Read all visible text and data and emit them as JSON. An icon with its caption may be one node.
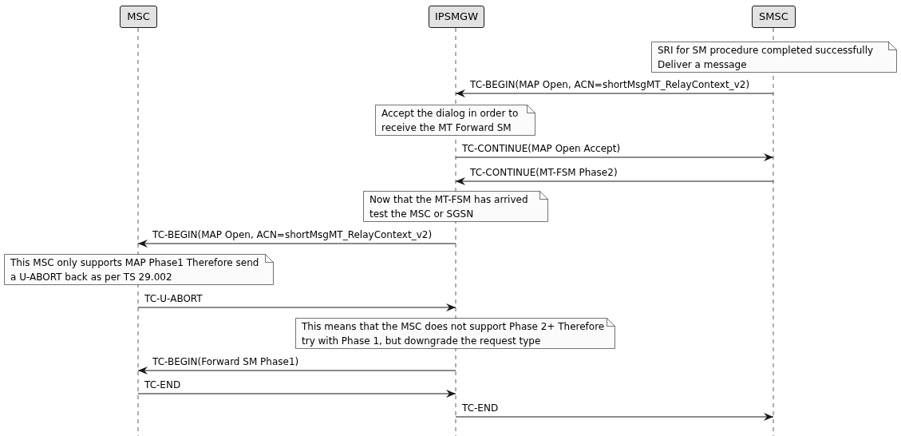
{
  "diagram": {
    "nodes": [
      {
        "text": [
          "MSC"
        ]
      },
      {
        "text": [
          "IPSMGW"
        ]
      },
      {
        "text": [
          "SMSC"
        ]
      },
      {
        "text": [
          "SRI for SM procedure completed successfully Deliver a message"
        ]
      },
      {
        "text": [
          "Accept the dialog in order to receive the MT Forward SM"
        ]
      },
      {
        "text": [
          "Now that the MT-FSM has arrived test the MSC or SGSN"
        ]
      },
      {
        "text": [
          "This MSC only supports MAP Phase1 Therefore send a U-ABORT back as per TS 29.002"
        ]
      },
      {
        "text": [
          "This means that the MSC does not support Phase 2+ Therefore try with Phase 1, but downgrade the request type"
        ]
      }
    ],
    "edges": [
      {
        "from": 2,
        "to": 1,
        "arrow": "to",
        "label": "TC-BEGIN(MAP Open, ACN=shortMsgMT_RelayContext_v2)"
      },
      {
        "from": 1,
        "to": 2,
        "arrow": "to",
        "label": "TC-CONTINUE(MAP Open Accept)"
      },
      {
        "from": 2,
        "to": 1,
        "arrow": "to",
        "label": "TC-CONTINUE(MT-FSM Phase2)"
      },
      {
        "from": 1,
        "to": 0,
        "arrow": "to",
        "label": "TC-BEGIN(MAP Open, ACN=shortMsgMT_RelayContext_v2)"
      },
      {
        "from": 0,
        "to": 1,
        "arrow": "to",
        "label": "TC-U-ABORT"
      },
      {
        "from": 1,
        "to": 0,
        "arrow": "to",
        "label": "TC-BEGIN(Forward SM Phase1)"
      },
      {
        "from": 0,
        "to": 1,
        "arrow": "to",
        "label": "TC-END"
      },
      {
        "from": 1,
        "to": 2,
        "arrow": "to",
        "label": "TC-END"
      }
    ]
  }
}
